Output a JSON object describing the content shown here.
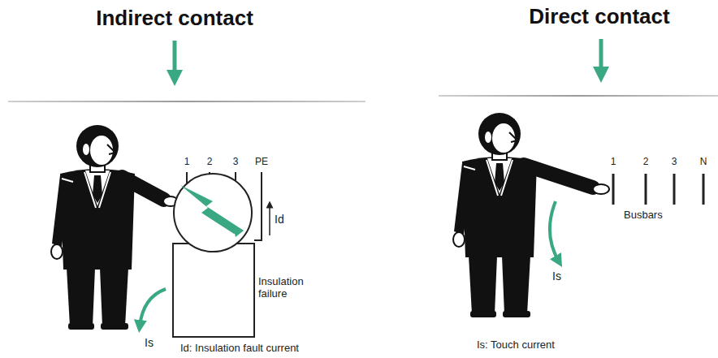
{
  "diagram": {
    "labels": [
      "Indirect contact",
      "Direct contact",
      "1",
      "2",
      "3",
      "PE",
      "Id",
      "Insulation failure",
      "Is",
      "Id: Insulation fault current",
      "1",
      "2",
      "3",
      "N",
      "Busbars",
      "Is",
      "Is: Touch current"
    ]
  }
}
